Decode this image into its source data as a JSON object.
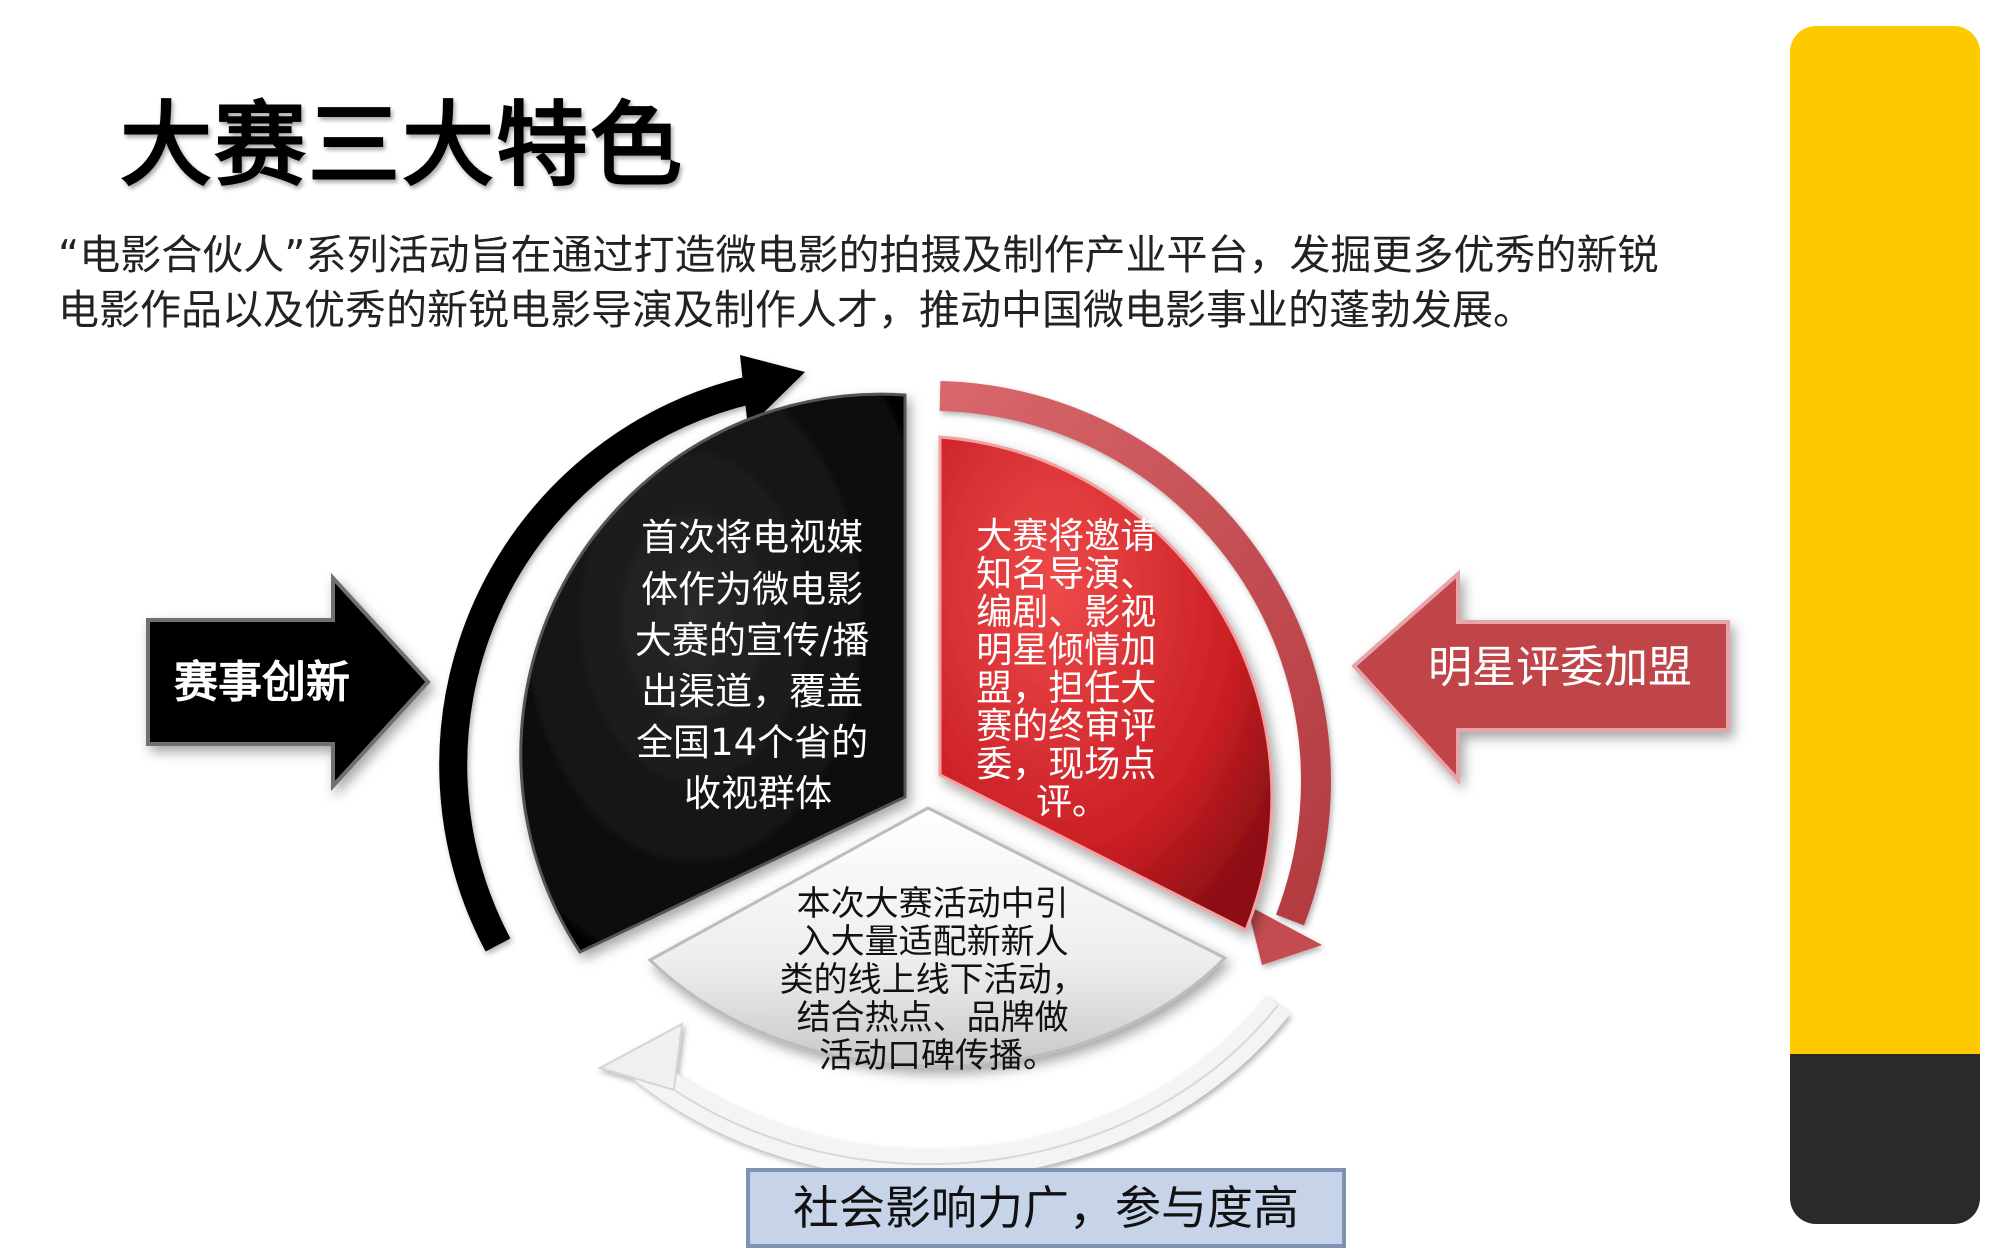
{
  "title": "大赛三大特色",
  "intro": "“电影合伙人”系列活动旨在通过打造微电影的拍摄及制作产业平台，发掘更多优秀的新锐电影作品以及优秀的新锐电影导演及制作人才，推动中国微电影事业的蓬勃发展。",
  "segments": {
    "black": {
      "lines": [
        "首次将电视媒",
        "体作为微电影",
        "大赛的宣传/播",
        "出渠道，覆盖",
        "全国14个省的",
        "收视群体"
      ]
    },
    "red": {
      "lines": [
        "大赛将邀请",
        "知名导演、",
        "编剧、影视",
        "明星倾情加",
        "盟，担任大",
        "赛的终审评",
        "委，现场点",
        "评。"
      ]
    },
    "white": {
      "lines": [
        "本次大赛活动中引",
        "入大量适配新新人",
        "类的线上线下活动，",
        "结合热点、品牌做",
        "活动口碑传播。"
      ]
    }
  },
  "labels": {
    "left_arrow": "赛事创新",
    "right_arrow": "明星评委加盟",
    "bottom_box": "社会影响力广，参与度高"
  },
  "colors": {
    "black_segment": "#0a0a0a",
    "red_segment": "#c81e24",
    "red_arc": "#c9545a",
    "white_segment": "#f2f2f2",
    "yellow_bar": "#fdca00",
    "dark_bar": "#2a2a2a",
    "bottom_box_fill": "#c6d3e8",
    "bottom_box_border": "#7f92b3"
  }
}
